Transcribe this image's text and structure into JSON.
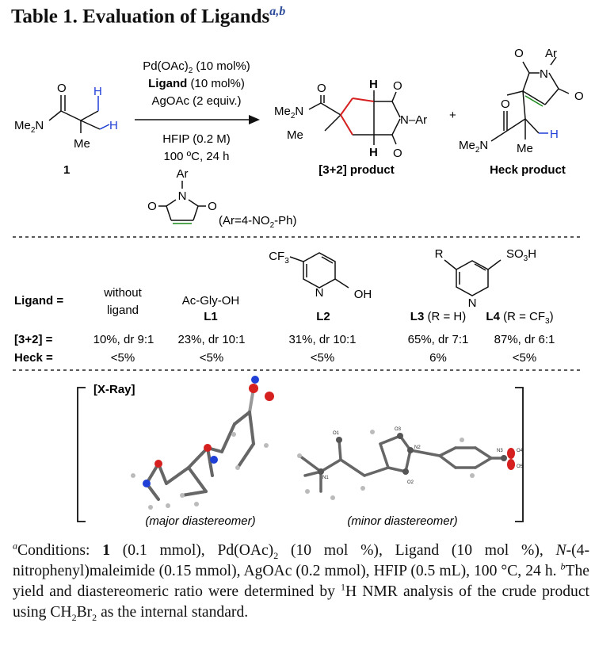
{
  "title": {
    "main": "Table 1. Evaluation of Ligands",
    "marks": "a,b"
  },
  "scheme": {
    "compound_number": "1",
    "me2n": "Me",
    "me2n_sub": "2",
    "me2n_n": "N",
    "me": "Me",
    "h": "H",
    "cond_line1_a": "Pd(OAc)",
    "cond_line1_sub": "2",
    "cond_line1_b": " (10 mol%)",
    "cond_line2_bold": "Ligand",
    "cond_line2_rest": " (10 mol%)",
    "cond_line3": "AgOAc (2 equiv.)",
    "cond_line4": "HFIP (0.2 M)",
    "cond_line5": "100 ºC, 24 h",
    "reagent_ar": "Ar",
    "reagent_n": "N",
    "o": "O",
    "reagent_note_a": "(Ar=4-NO",
    "reagent_note_sub": "2",
    "reagent_note_b": "-Ph)",
    "product_n_ar": "N–Ar",
    "plus": "+",
    "product1_label": "[3+2] product",
    "product2_label": "Heck product",
    "n": "N",
    "ar": "Ar"
  },
  "ligands": {
    "row_label": "Ligand =",
    "l2_cf3": "CF",
    "l2_cf3_sub": "3",
    "l2_oh": "OH",
    "l2_n": "N",
    "l3_r": "R",
    "l3_so3h_a": "SO",
    "l3_so3h_sub": "3",
    "l3_so3h_b": "H",
    "l3_n": "N",
    "columns": [
      {
        "name_line1": "without",
        "name_line2": "ligand",
        "code": "",
        "yield": "10%, dr 9:1",
        "heck": "<5%"
      },
      {
        "name_line1": "Ac-Gly-OH",
        "name_line2": "",
        "code": "L1",
        "yield": "23%, dr 10:1",
        "heck": "<5%"
      },
      {
        "name_line1": "",
        "name_line2": "",
        "code": "L2",
        "yield": "31%, dr 10:1",
        "heck": "<5%"
      },
      {
        "name_line1": "",
        "name_line2": "",
        "code": "L3",
        "code_note": " (R = H)",
        "yield": "65%, dr 7:1",
        "heck": "6%"
      },
      {
        "name_line1": "",
        "name_line2": "",
        "code": "L4",
        "code_note_a": " (R = CF",
        "code_note_sub": "3",
        "code_note_b": ")",
        "yield": "87%, dr 6:1",
        "heck": "<5%"
      }
    ],
    "yield_label": "[3+2] =",
    "heck_label": "Heck ="
  },
  "xray": {
    "label": "[X-Ray]",
    "major_caption": "(major diastereomer)",
    "minor_caption": "(minor diastereomer)",
    "atoms": [
      "O1",
      "O3",
      "N2",
      "N3",
      "O4",
      "O5",
      "N1",
      "O2"
    ]
  },
  "footnote": {
    "a_mark": "a",
    "a_text_1": "Conditions: ",
    "a_bold_1": "1",
    "a_text_2": " (0.1 mmol), Pd(OAc)",
    "a_sub_1": "2",
    "a_text_3": " (10 mol %), Ligand (10 mol %), ",
    "a_ital": "N",
    "a_text_4": "-(4-nitrophenyl)maleimide (0.15 mmol), AgOAc (0.2 mmol), HFIP (0.5 mL), 100 °C, 24 h. ",
    "b_mark": "b",
    "b_text_1": "The yield and diastereomeric ratio were determined by ",
    "b_sup": "1",
    "b_text_2": "H NMR analysis of the crude product using CH",
    "b_sub_1": "2",
    "b_text_3": "Br",
    "b_sub_2": "2",
    "b_text_4": " as the internal standard."
  },
  "colors": {
    "accent_blue": "#1f3fd6",
    "accent_red": "#d62020",
    "title_mark": "#2b4a9a"
  }
}
